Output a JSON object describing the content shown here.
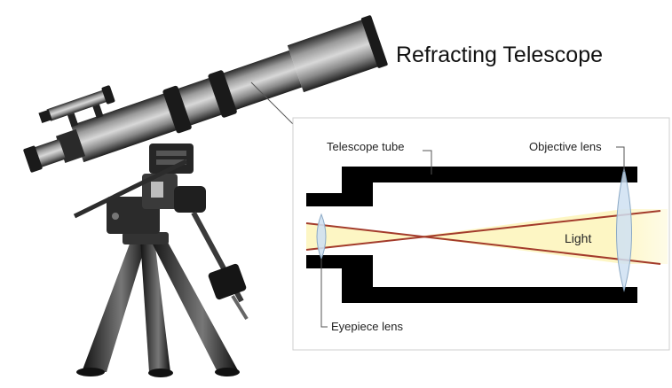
{
  "title": "Refracting Telescope",
  "labels": {
    "telescope_tube": "Telescope tube",
    "objective_lens": "Objective lens",
    "eyepiece_lens": "Eyepiece lens",
    "light": "Light"
  },
  "colors": {
    "light_beam": "#fdf6c4",
    "light_ray": "#a33b2b",
    "lens_fill": "#cfe1f2",
    "lens_stroke": "#8aa8c4",
    "tube": "#000000",
    "inset_border": "#cfcfcf"
  }
}
